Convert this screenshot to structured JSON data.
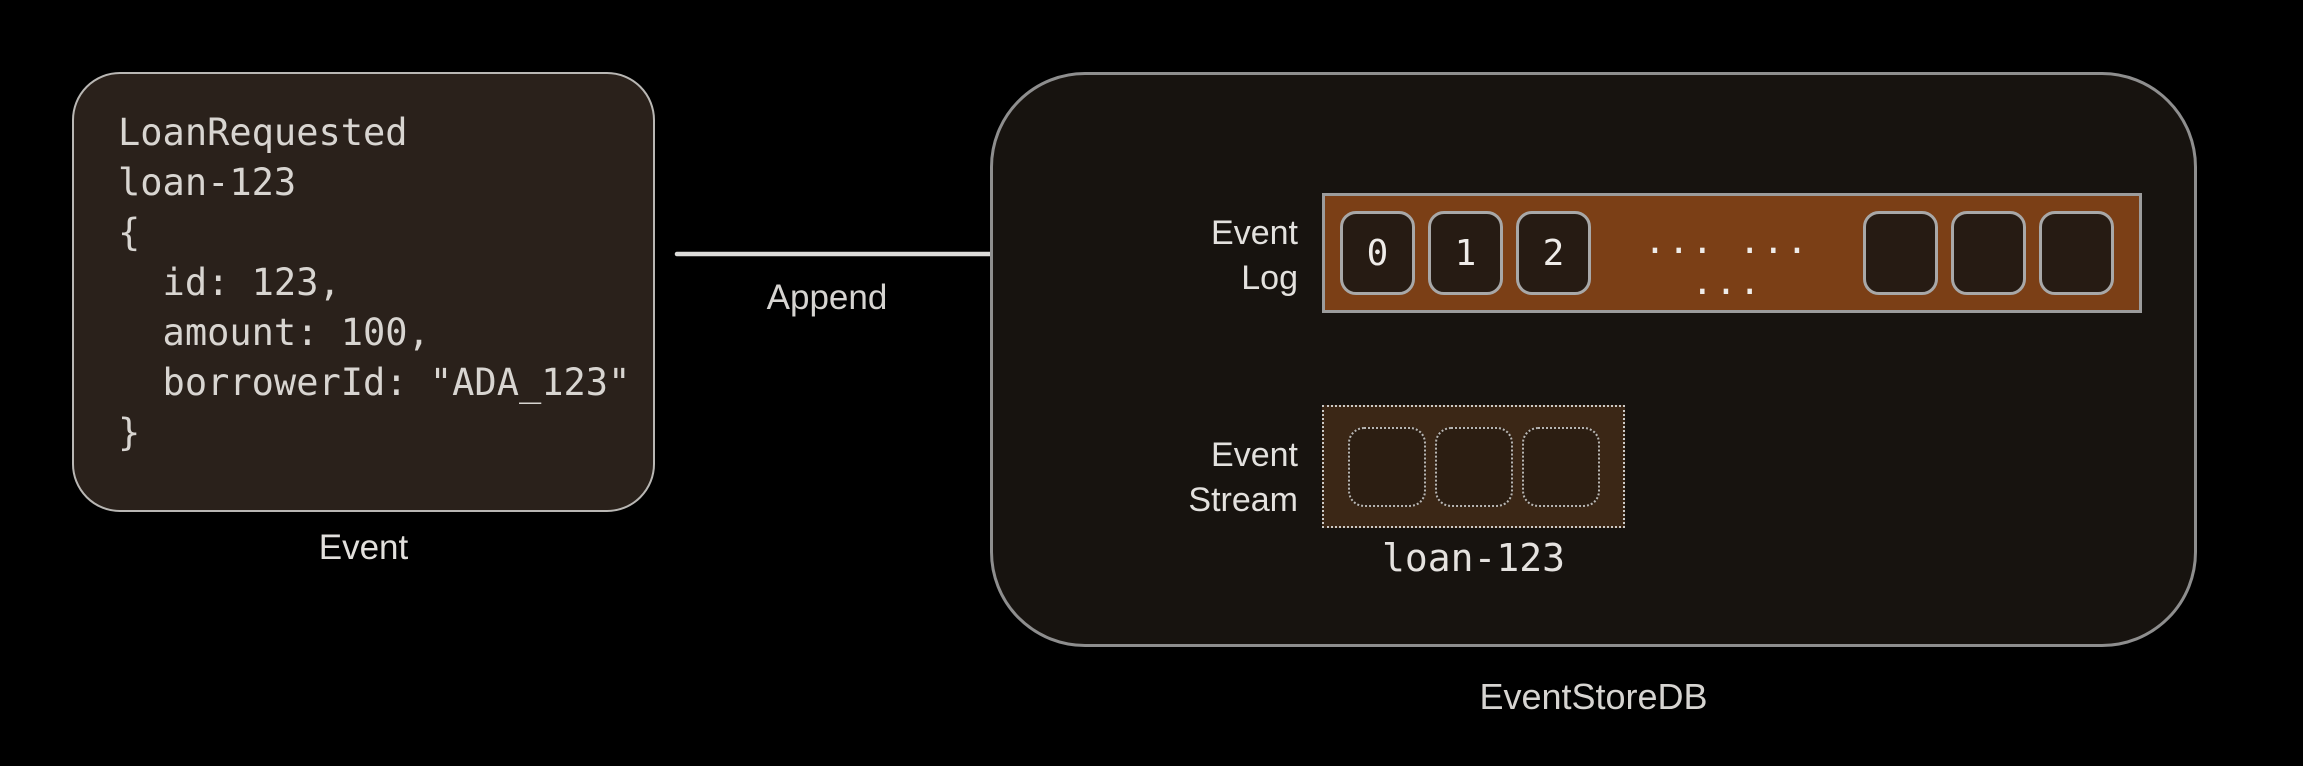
{
  "canvas": {
    "background": "#000000"
  },
  "event_card": {
    "code_lines": [
      "LoanRequested",
      "loan-123",
      "{",
      "  id: 123,",
      "  amount: 100,",
      "  borrowerId: \"ADA_123\"",
      "}"
    ],
    "caption": "Event",
    "fill": "#2a211b",
    "border_color": "#b9b7b4",
    "text_color": "#d8d5d1"
  },
  "append_arrow": {
    "label": "Append",
    "color": "#dddcda"
  },
  "eventstoredb": {
    "caption": "EventStoreDB",
    "fill": "#17130f",
    "border_color": "#8e8e8e",
    "event_log": {
      "label_line1": "Event",
      "label_line2": "Log",
      "bar_fill": "#7b3f16",
      "bar_border": "#9c9c9c",
      "cell_fill": "#261b13",
      "cell_border": "#a8a8a8",
      "filled_cells": [
        "0",
        "1",
        "2"
      ],
      "ellipsis": "... ... ...",
      "empty_cell_count": 3
    },
    "event_stream": {
      "label_line1": "Event",
      "label_line2": "Stream",
      "box_fill": "#3b2716",
      "box_border": "#cbc9c6",
      "cell_fill": "#2c1e12",
      "cell_border": "#b8b6b3",
      "empty_cell_count": 3,
      "caption": "loan-123"
    }
  }
}
